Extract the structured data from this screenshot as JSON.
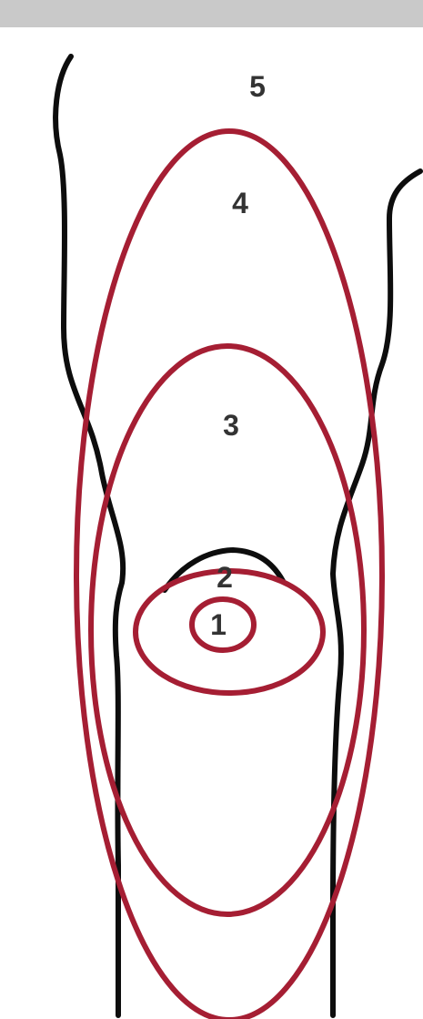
{
  "colors": {
    "zone_stroke": "#a51e33",
    "outline_stroke": "#0d0d0d",
    "label": "#333333",
    "top_bar": "#c9c9c9"
  },
  "zones": [
    {
      "label": "1"
    },
    {
      "label": "2"
    },
    {
      "label": "3"
    },
    {
      "label": "4"
    },
    {
      "label": "5"
    }
  ]
}
